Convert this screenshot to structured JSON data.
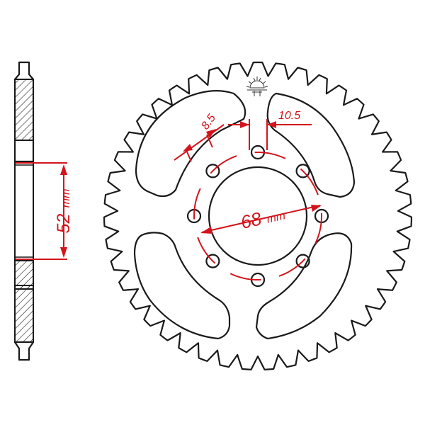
{
  "sprocket": {
    "tooth_count": 43,
    "bolt_hole_count": 8,
    "window_count": 4,
    "outline_color": "#1a1a1a",
    "dimension_color": "#d3141c",
    "background_color": "#ffffff"
  },
  "dimensions": {
    "thickness_label": "52",
    "thickness_unit": "mm",
    "bolt_circle_label": "68",
    "bolt_circle_unit": "mm",
    "hole_diameter_label": "8.5",
    "hole_spacing_label": "10.5"
  },
  "logo": {
    "icon": "sun-logo-icon"
  }
}
